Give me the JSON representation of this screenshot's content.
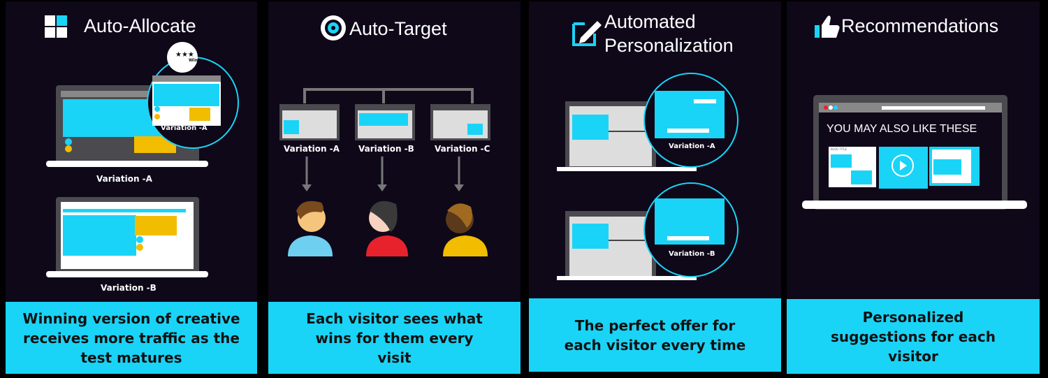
{
  "panels": [
    {
      "title": "Auto-Allocate",
      "icon": "grid-icon",
      "labels": [
        "Variation -A",
        "Variation -A",
        "Variation -B"
      ],
      "badge": "Win",
      "caption": "Winning version of creative receives more traffic as the test matures"
    },
    {
      "title": "Auto-Target",
      "icon": "target-icon",
      "labels": [
        "Variation -A",
        "Variation -B",
        "Variation -C"
      ],
      "caption": "Each visitor sees what wins for them every visit"
    },
    {
      "title_line1": "Automated",
      "title_line2": "Personalization",
      "icon": "edit-icon",
      "labels": [
        "Variation -A",
        "Variation -B"
      ],
      "caption": "The perfect offer for each visitor every time"
    },
    {
      "title": "Recommendations",
      "icon": "thumbs-up-icon",
      "screen_heading": "YOU MAY ALSO LIKE THESE",
      "blog_title": "BLOG TITLE",
      "caption": "Personalized suggestions for each visitor"
    }
  ],
  "colors": {
    "cyan": "#1ad4f7",
    "yellow": "#f2bc00",
    "panel": "#0e0819",
    "gray": "#555"
  }
}
